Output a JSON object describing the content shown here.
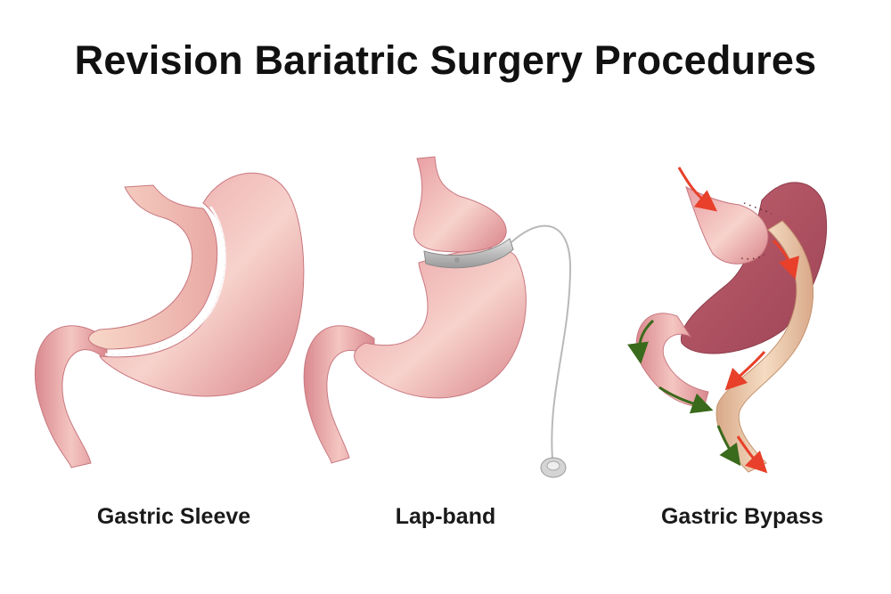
{
  "title": "Revision Bariatric Surgery Procedures",
  "procedures": [
    {
      "label": "Gastric Sleeve"
    },
    {
      "label": "Lap-band"
    },
    {
      "label": "Gastric Bypass"
    }
  ],
  "colors": {
    "stomach_light": "#f6cdc8",
    "stomach_mid": "#e59a9d",
    "stomach_dark": "#b95a67",
    "staple": "#5a2630",
    "band": "#c9c9c9",
    "intestine_tan": "#e9c29e",
    "arrow_red": "#e8402a",
    "arrow_green": "#3a6a1c"
  }
}
